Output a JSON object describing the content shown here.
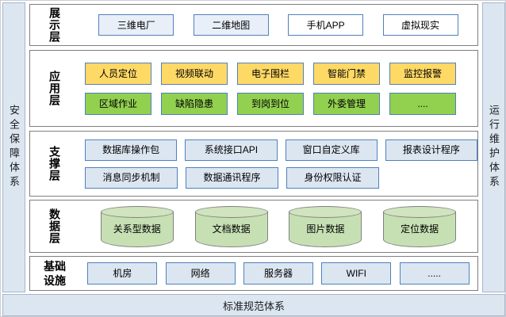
{
  "frame": {
    "left_bar": "安全保障体系",
    "right_bar": "运行维护体系",
    "bottom_bar": "标准规范体系"
  },
  "layers": [
    {
      "label": "展示层",
      "boxes": [
        "三维电厂",
        "二维地图",
        "手机APP",
        "虚拟现实"
      ]
    },
    {
      "label": "应用层",
      "rows": [
        [
          "人员定位",
          "视频联动",
          "电子围栏",
          "智能门禁",
          "监控报警"
        ],
        [
          "区域作业",
          "缺陷隐患",
          "到岗到位",
          "外委管理",
          "...."
        ]
      ]
    },
    {
      "label": "支撑层",
      "rows": [
        [
          "数据库操作包",
          "系统接口API",
          "窗口自定义库",
          "报表设计程序"
        ],
        [
          "消息同步机制",
          "数据通讯程序",
          "身份权限认证"
        ]
      ]
    },
    {
      "label": "数据层",
      "cylinders": [
        "关系型数据",
        "文档数据",
        "图片数据",
        "定位数据"
      ]
    },
    {
      "label": "基础设施",
      "boxes": [
        "机房",
        "网络",
        "服务器",
        "WIFI",
        "....."
      ]
    }
  ],
  "colors": {
    "panel_blue": "#dce6f1",
    "box_border_blue": "#4f81bd",
    "app_yellow": "#ffd966",
    "app_green": "#92d050",
    "cylinder_green": "#c6e0b4",
    "layer_border_gray": "#7f7f7f"
  }
}
